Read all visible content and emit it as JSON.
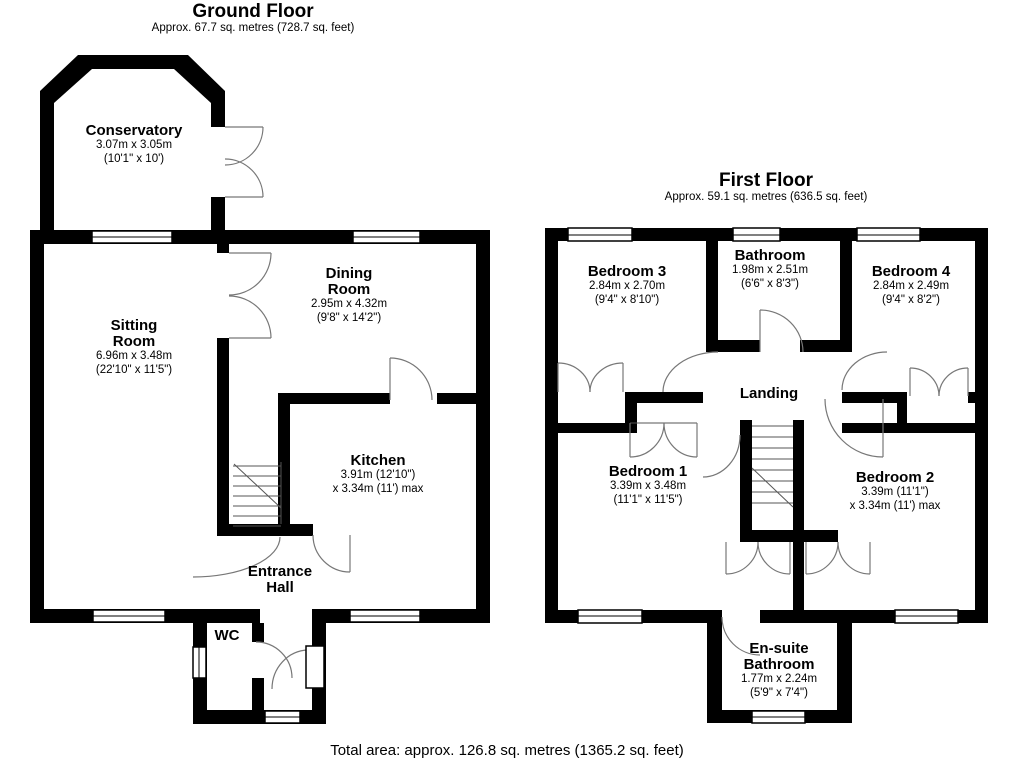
{
  "ground_floor": {
    "title": "Ground Floor",
    "subtitle": "Approx. 67.7 sq. metres (728.7 sq. feet)",
    "rooms": {
      "conservatory": {
        "name": "Conservatory",
        "metric": "3.07m x 3.05m",
        "imperial": "(10'1\" x 10')"
      },
      "sitting_room": {
        "name": "Sitting Room",
        "metric": "6.96m x 3.48m",
        "imperial": "(22'10\" x 11'5\")"
      },
      "dining_room": {
        "name": "Dining Room",
        "metric": "2.95m x 4.32m",
        "imperial": "(9'8\" x 14'2\")"
      },
      "kitchen": {
        "name": "Kitchen",
        "metric": "3.91m (12'10\")",
        "imperial": "x 3.34m (11') max"
      },
      "entrance_hall": {
        "name": "Entrance Hall"
      },
      "wc": {
        "name": "WC"
      }
    }
  },
  "first_floor": {
    "title": "First Floor",
    "subtitle": "Approx. 59.1 sq. metres (636.5 sq. feet)",
    "rooms": {
      "bedroom3": {
        "name": "Bedroom 3",
        "metric": "2.84m x 2.70m",
        "imperial": "(9'4\" x 8'10\")"
      },
      "bathroom": {
        "name": "Bathroom",
        "metric": "1.98m x 2.51m",
        "imperial": "(6'6\" x 8'3\")"
      },
      "bedroom4": {
        "name": "Bedroom 4",
        "metric": "2.84m x 2.49m",
        "imperial": "(9'4\" x 8'2\")"
      },
      "landing": {
        "name": "Landing"
      },
      "bedroom1": {
        "name": "Bedroom 1",
        "metric": "3.39m x 3.48m",
        "imperial": "(11'1\" x 11'5\")"
      },
      "bedroom2": {
        "name": "Bedroom 2",
        "metric": "3.39m (11'1\")",
        "imperial": "x 3.34m (11') max"
      },
      "ensuite": {
        "name": "En-suite Bathroom",
        "metric": "1.77m x 2.24m",
        "imperial": "(5'9\" x 7'4\")"
      }
    }
  },
  "footer": {
    "total_area": "Total area: approx. 126.8 sq. metres (1365.2 sq. feet)"
  },
  "colors": {
    "wall": "#000000",
    "door_arc": "#777777",
    "background": "#ffffff"
  }
}
